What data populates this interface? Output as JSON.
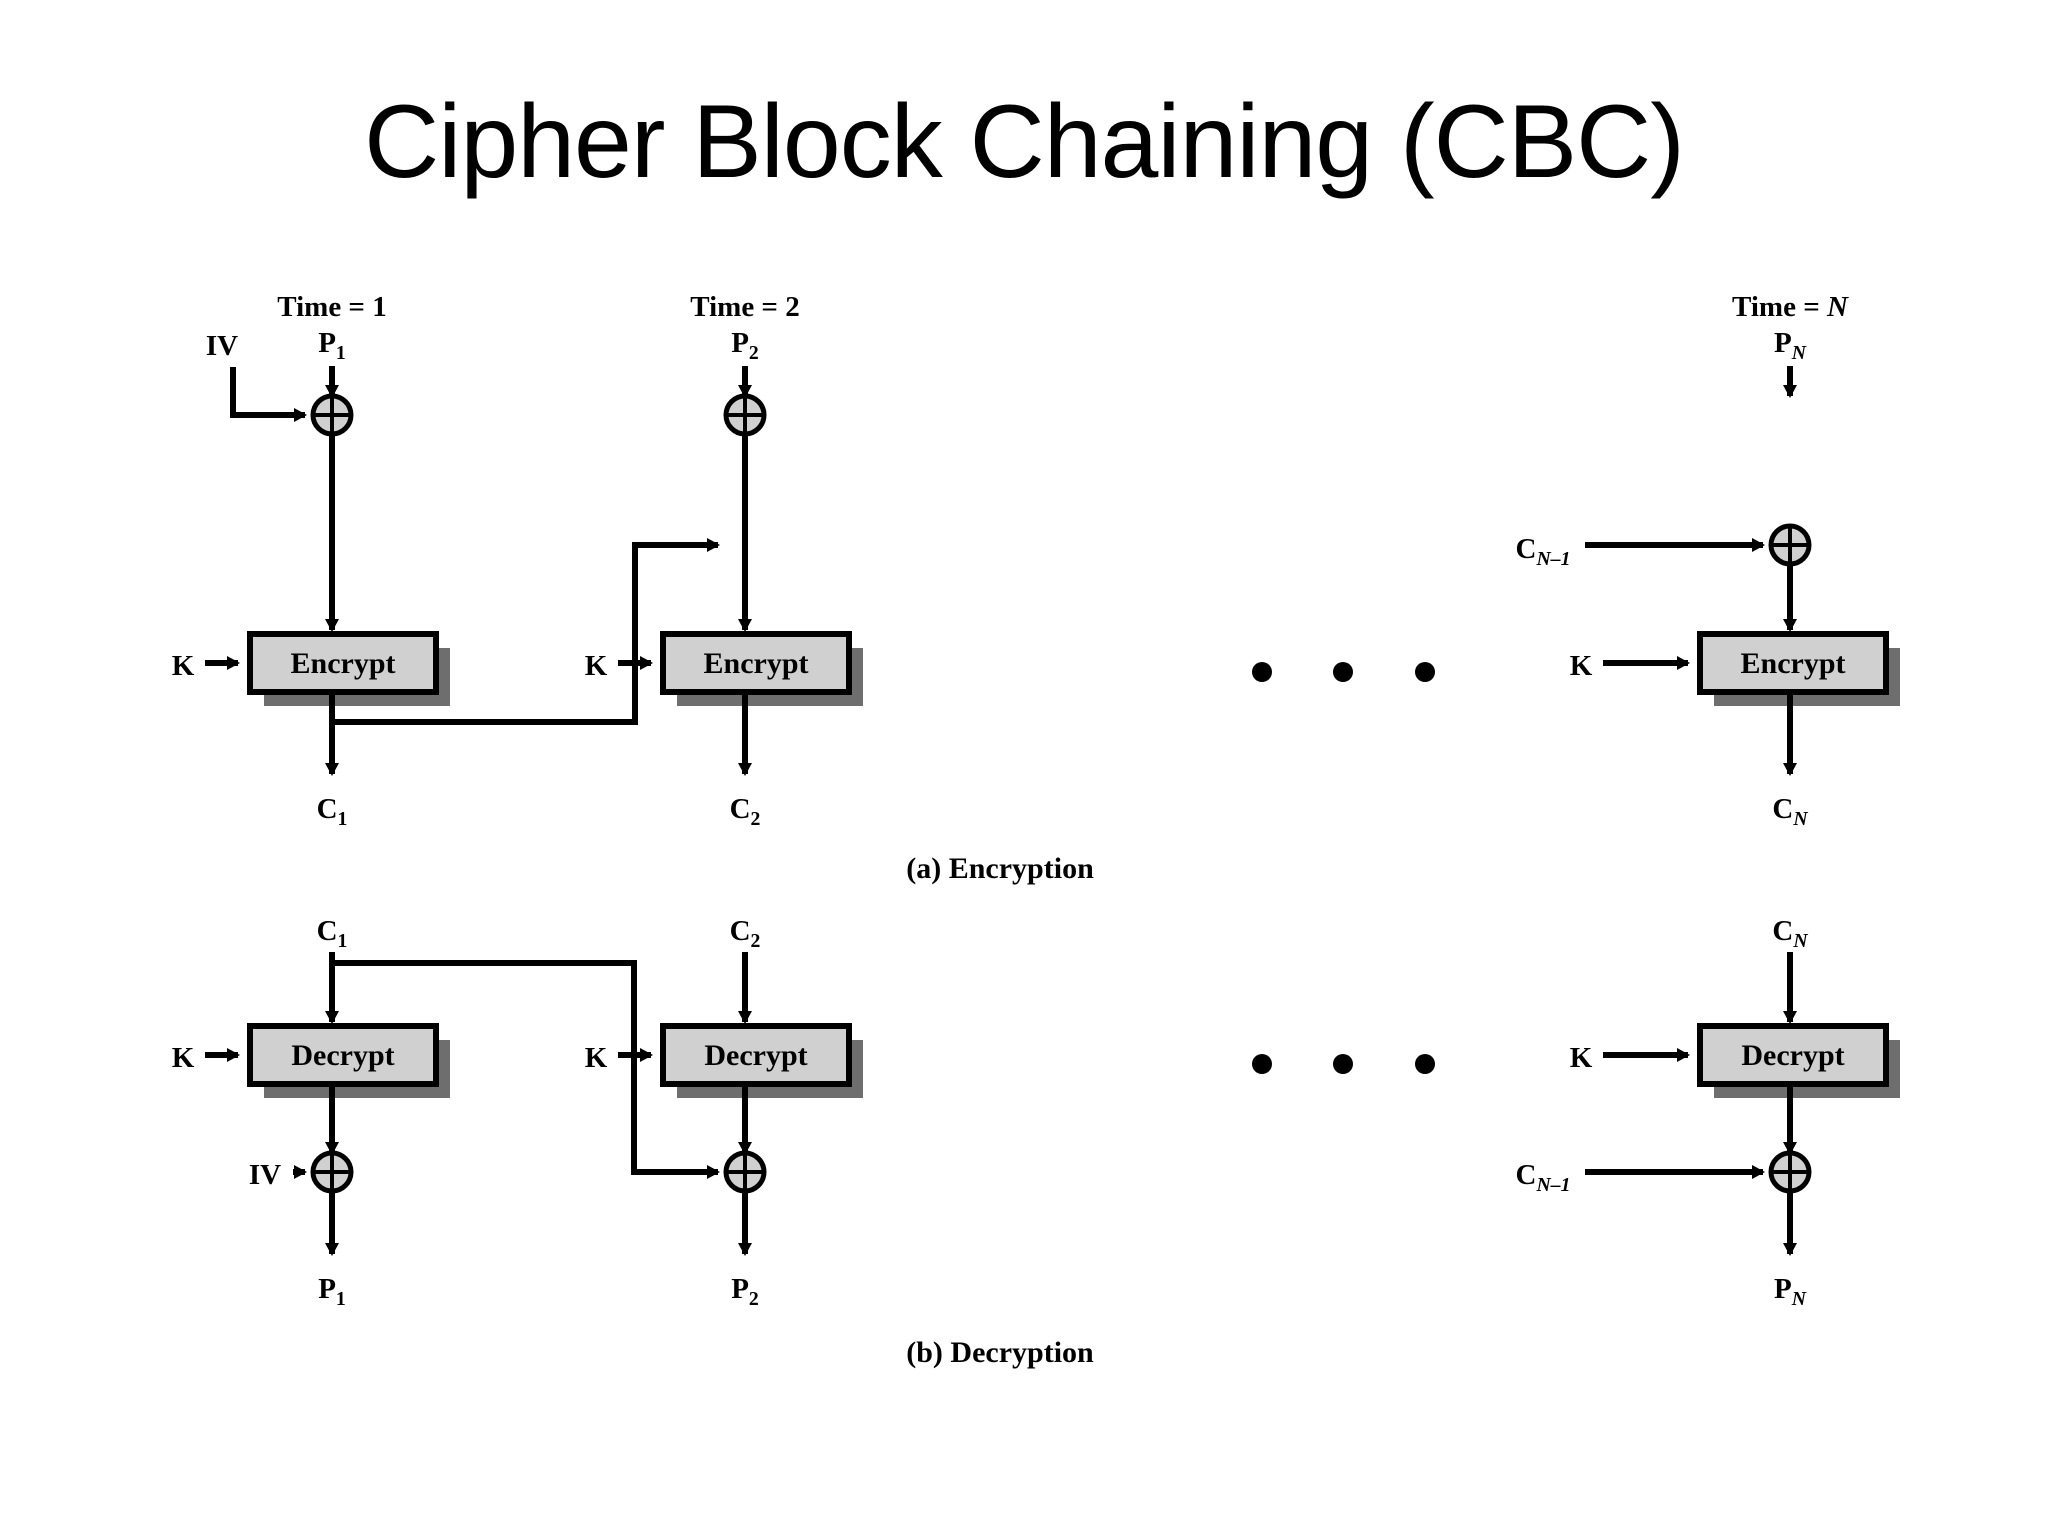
{
  "slide": {
    "title": "Cipher Block Chaining (CBC)"
  },
  "diagram": {
    "encryption": {
      "caption": "(a) Encryption",
      "stages": [
        {
          "time_label_prefix": "Time = ",
          "time_label_value": "1",
          "plain_in": "P",
          "plain_in_sub": "1",
          "xor_left_label": "IV",
          "key_label": "K",
          "cipher_block_label": "Encrypt",
          "cipher_out": "C",
          "cipher_out_sub": "1"
        },
        {
          "time_label_prefix": "Time = ",
          "time_label_value": "2",
          "plain_in": "P",
          "plain_in_sub": "2",
          "xor_left_label": "",
          "key_label": "K",
          "cipher_block_label": "Encrypt",
          "cipher_out": "C",
          "cipher_out_sub": "2"
        },
        {
          "time_label_prefix": "Time = ",
          "time_label_value": "N",
          "plain_in": "P",
          "plain_in_sub": "N",
          "xor_left_label": "C",
          "xor_left_sub": "N–1",
          "key_label": "K",
          "cipher_block_label": "Encrypt",
          "cipher_out": "C",
          "cipher_out_sub": "N"
        }
      ]
    },
    "decryption": {
      "caption": "(b) Decryption",
      "stages": [
        {
          "cipher_in": "C",
          "cipher_in_sub": "1",
          "key_label": "K",
          "cipher_block_label": "Decrypt",
          "xor_left_label": "IV",
          "plain_out": "P",
          "plain_out_sub": "1"
        },
        {
          "cipher_in": "C",
          "cipher_in_sub": "2",
          "key_label": "K",
          "cipher_block_label": "Decrypt",
          "xor_left_label": "",
          "plain_out": "P",
          "plain_out_sub": "2"
        },
        {
          "cipher_in": "C",
          "cipher_in_sub": "N",
          "key_label": "K",
          "cipher_block_label": "Decrypt",
          "xor_left_label": "C",
          "xor_left_sub": "N–1",
          "plain_out": "P",
          "plain_out_sub": "N"
        }
      ]
    },
    "ellipsis": "• • •",
    "colors": {
      "box_fill": "#d0d0d0",
      "box_stroke": "#000000",
      "box_shadow": "#6e6e6e",
      "xor_fill": "#d0d0d0",
      "line": "#000000",
      "background": "#ffffff",
      "text": "#000000"
    }
  }
}
